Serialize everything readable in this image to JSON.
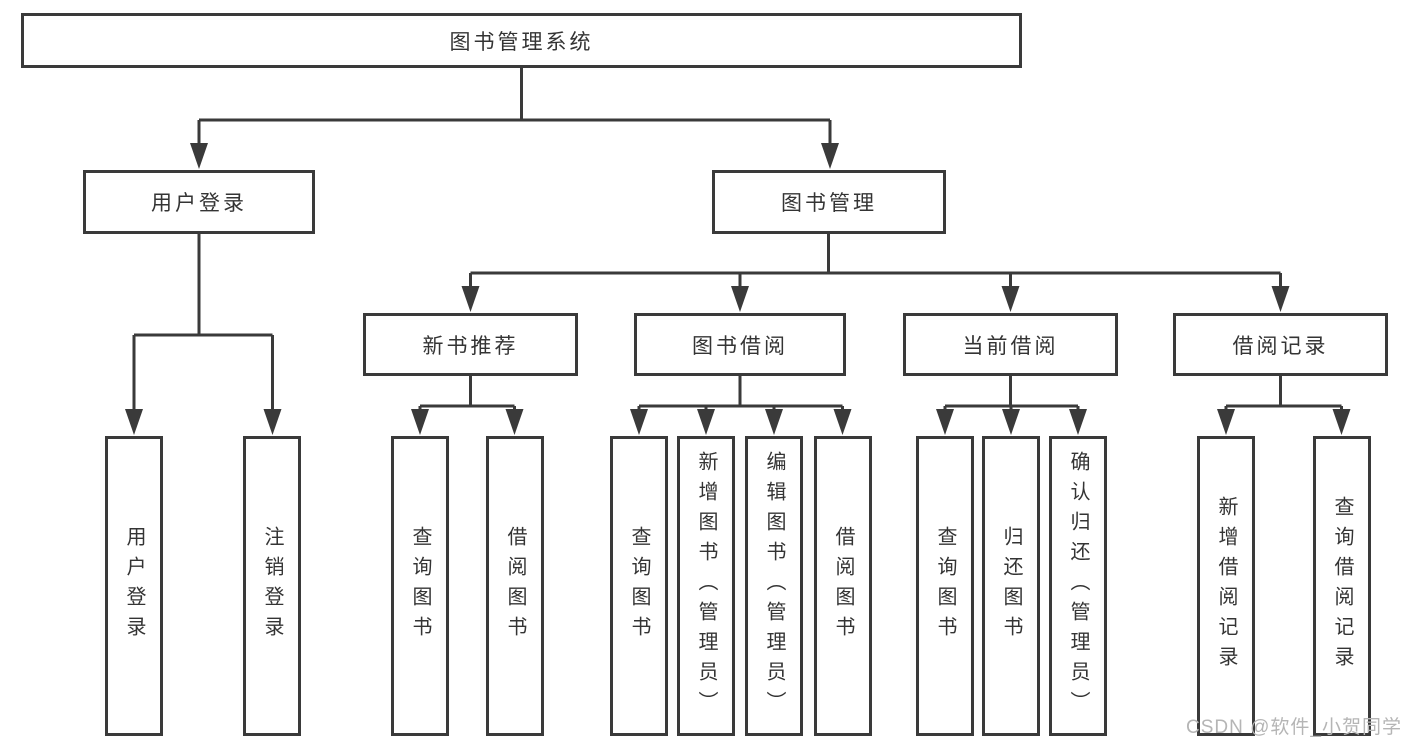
{
  "tree": {
    "label": "图书管理系统",
    "children": [
      {
        "label": "用户登录",
        "children": [
          {
            "label": "用户登录"
          },
          {
            "label": "注销登录"
          }
        ]
      },
      {
        "label": "图书管理",
        "children": [
          {
            "label": "新书推荐",
            "children": [
              {
                "label": "查询图书"
              },
              {
                "label": "借阅图书"
              }
            ]
          },
          {
            "label": "图书借阅",
            "children": [
              {
                "label": "查询图书"
              },
              {
                "label": "新增图书（管理员）"
              },
              {
                "label": "编辑图书（管理员）"
              },
              {
                "label": "借阅图书"
              }
            ]
          },
          {
            "label": "当前借阅",
            "children": [
              {
                "label": "查询图书"
              },
              {
                "label": "归还图书"
              },
              {
                "label": "确认归还（管理员）"
              }
            ]
          },
          {
            "label": "借阅记录",
            "children": [
              {
                "label": "新增借阅记录"
              },
              {
                "label": "查询借阅记录"
              }
            ]
          }
        ]
      }
    ]
  },
  "watermark": {
    "text": "CSDN @软件_小贺同学",
    "color": "#b5b5b5"
  },
  "colors": {
    "line": "#3a3a3a",
    "text": "#343434",
    "background": "#ffffff"
  }
}
